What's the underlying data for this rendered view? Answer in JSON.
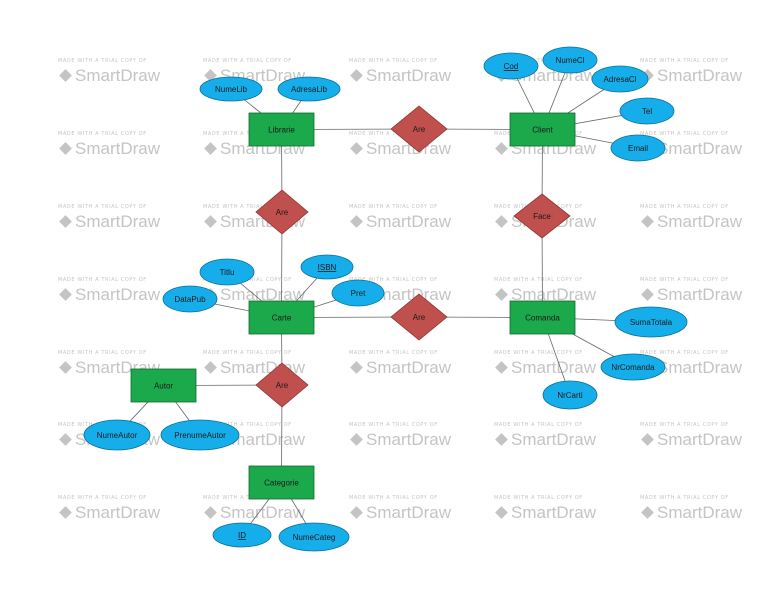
{
  "watermark": {
    "line1": "MADE WITH A TRIAL COPY OF",
    "line2": "SmartDraw"
  },
  "colors": {
    "entity": "#1ba94c",
    "attribute": "#16aeea",
    "relationship": "#c0504d",
    "line": "#666666"
  },
  "entities": [
    {
      "id": "librarie",
      "label": "Librarie"
    },
    {
      "id": "client",
      "label": "Client"
    },
    {
      "id": "carte",
      "label": "Carte"
    },
    {
      "id": "comanda",
      "label": "Comanda"
    },
    {
      "id": "autor",
      "label": "Autor"
    },
    {
      "id": "categorie",
      "label": "Categorie"
    }
  ],
  "relationships": [
    {
      "id": "are-lib-client",
      "label": "Are"
    },
    {
      "id": "are-lib-carte",
      "label": "Are"
    },
    {
      "id": "face",
      "label": "Face"
    },
    {
      "id": "are-carte-comanda",
      "label": "Are"
    },
    {
      "id": "are-carte-autor",
      "label": "Are"
    }
  ],
  "attributes": [
    {
      "id": "numelib",
      "label": "NumeLib",
      "key": false
    },
    {
      "id": "adresalib",
      "label": "AdresaLib",
      "key": false
    },
    {
      "id": "cod",
      "label": "Cod",
      "key": true
    },
    {
      "id": "numecl",
      "label": "NumeCl",
      "key": false
    },
    {
      "id": "adresacl",
      "label": "AdresaCl",
      "key": false
    },
    {
      "id": "tel",
      "label": "Tel",
      "key": false
    },
    {
      "id": "email",
      "label": "Email",
      "key": false
    },
    {
      "id": "titlu",
      "label": "Titlu",
      "key": false
    },
    {
      "id": "isbn",
      "label": "ISBN",
      "key": true
    },
    {
      "id": "datapub",
      "label": "DataPub",
      "key": false
    },
    {
      "id": "pret",
      "label": "Pret",
      "key": false
    },
    {
      "id": "sumatotala",
      "label": "SumaTotala",
      "key": false
    },
    {
      "id": "nrcomanda",
      "label": "NrComanda",
      "key": false
    },
    {
      "id": "nrcarti",
      "label": "NrCarti",
      "key": false
    },
    {
      "id": "numeautor",
      "label": "NumeAutor",
      "key": false
    },
    {
      "id": "prenumeautor",
      "label": "PrenumeAutor",
      "key": false
    },
    {
      "id": "id",
      "label": "ID",
      "key": true
    },
    {
      "id": "numecateg",
      "label": "NumeCateg",
      "key": false
    }
  ]
}
